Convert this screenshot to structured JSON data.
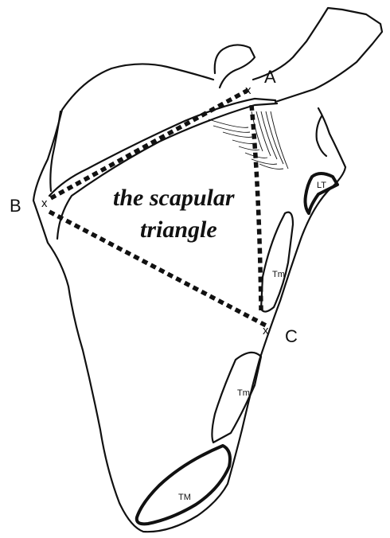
{
  "points": {
    "a": {
      "label": "A",
      "marker": "x"
    },
    "b": {
      "label": "B",
      "marker": "x"
    },
    "c": {
      "label": "C",
      "marker": "x"
    }
  },
  "triangle": {
    "title_line1": "the scapular",
    "title_line2": "triangle"
  },
  "muscles": {
    "lt": "LT",
    "tm_upper": "Tm",
    "tm_lower": "Tm",
    "tm_major": "TM"
  }
}
